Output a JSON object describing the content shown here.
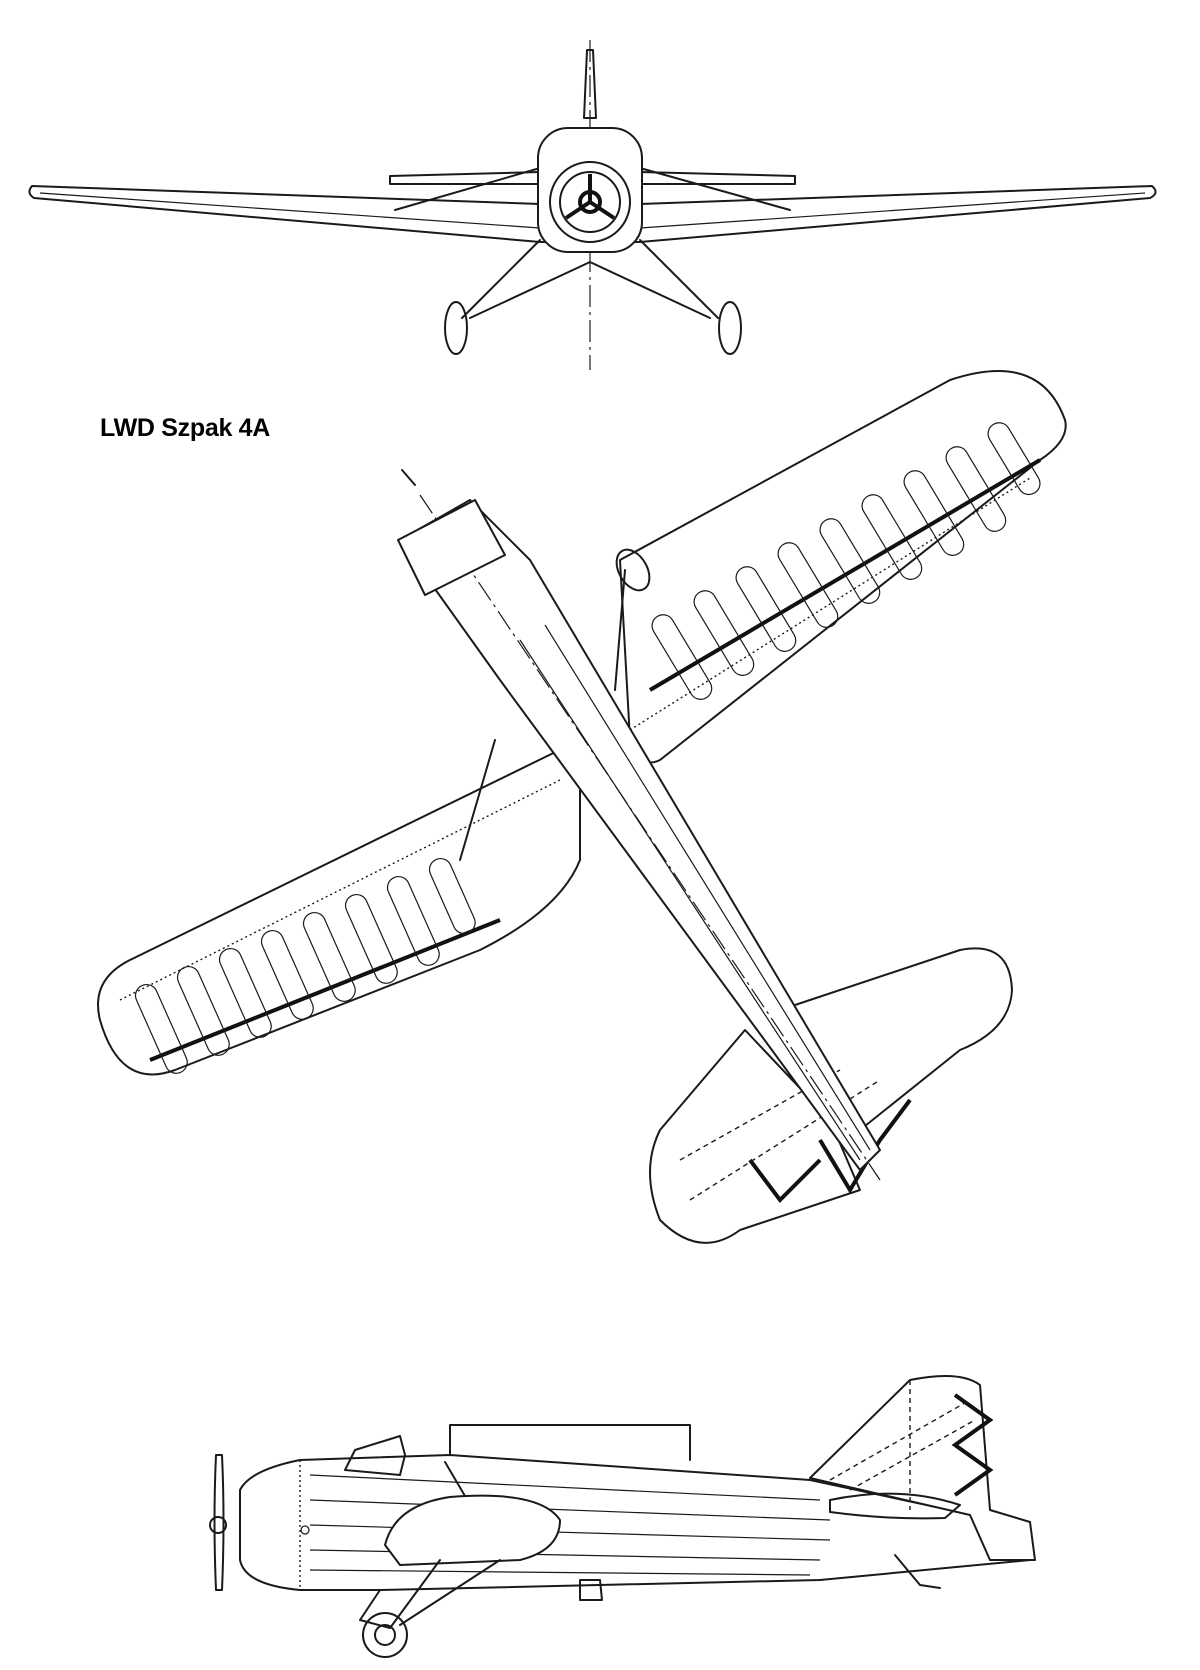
{
  "drawing": {
    "title": "LWD Szpak 4A",
    "views": [
      {
        "name": "front-view",
        "icon": "front-view-icon"
      },
      {
        "name": "plan-view",
        "icon": "top-view-icon"
      },
      {
        "name": "side-view",
        "icon": "side-view-icon"
      }
    ],
    "colors": {
      "line": "#1a1a1a",
      "background": "#ffffff"
    }
  }
}
